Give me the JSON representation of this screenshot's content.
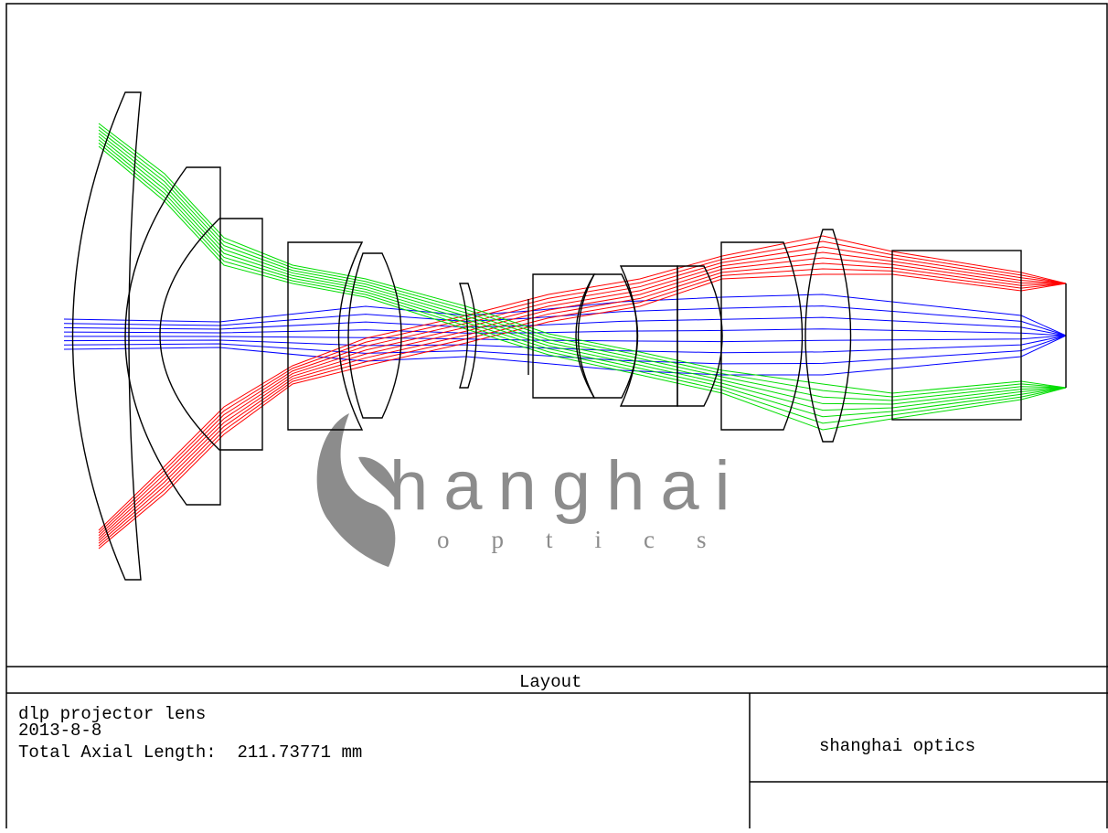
{
  "caption": "Layout",
  "info": {
    "line1": "dlp projector lens",
    "line2": "2013-8-8",
    "line3": "Total Axial Length:  211.73771 mm"
  },
  "company": "shanghai optics",
  "watermark": {
    "big": "hanghai",
    "small": "optics",
    "color": "#8c8c8c"
  },
  "ray_colors": {
    "axial": "#0000ff",
    "field_upper_image": "#ff0000",
    "field_lower_image": "#00dd00"
  },
  "icons": [
    "shanghai-optics-s-logo-icon"
  ]
}
